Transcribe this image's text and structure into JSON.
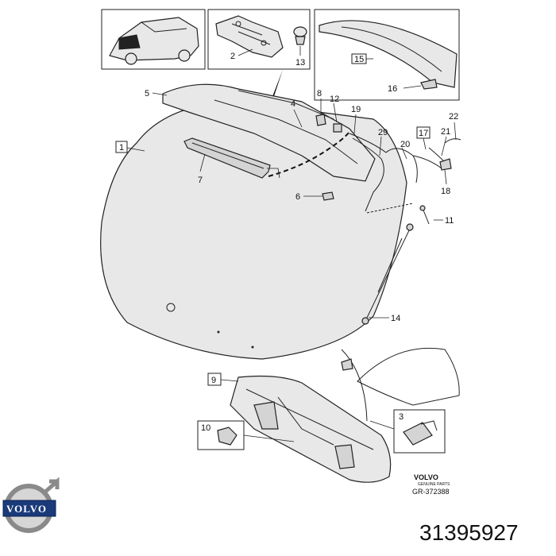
{
  "callouts": {
    "c1": "1",
    "c2": "2",
    "c3": "3",
    "c4": "4",
    "c5": "5",
    "c6": "6",
    "c7": "7",
    "c8": "8",
    "c9": "9",
    "c10": "10",
    "c11": "11",
    "c12": "12",
    "c13": "13",
    "c14": "14",
    "c15": "15",
    "c16": "16",
    "c17": "17",
    "c18": "18",
    "c19": "19",
    "c20": "20",
    "c21": "21",
    "c22": "22",
    "c29": "29"
  },
  "brand_mark": {
    "word": "VOLVO",
    "sub": "GENUINE PARTS"
  },
  "drawing_id": "GR-372388",
  "logo": {
    "word": "VOLVO"
  },
  "part_number": "31395927"
}
